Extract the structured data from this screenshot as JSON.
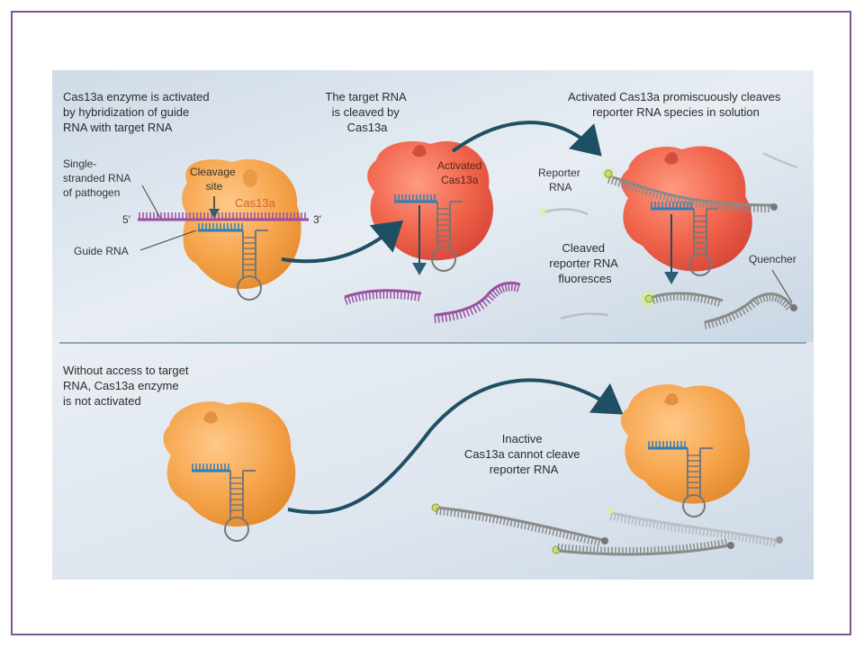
{
  "colors": {
    "frame": "#7a5a92",
    "background": "#dbe4ee",
    "inactive_enzyme": "#f4a24a",
    "active_enzyme": "#ee5a45",
    "guide_rna": "#2f7fb5",
    "target_rna": "#9a4fa0",
    "reporter_rna": "#8a8a8a",
    "arrow": "#1f4f63"
  },
  "top": {
    "step1_caption": [
      "Cas13a enzyme is activated",
      "by hybridization of guide",
      "RNA with target RNA"
    ],
    "step2_caption": [
      "The target RNA",
      "is cleaved by",
      "Cas13a"
    ],
    "step3_caption": [
      "Activated Cas13a promiscuously cleaves",
      "reporter RNA species in solution"
    ],
    "ssrna_label": [
      "Single-",
      "stranded RNA",
      "of pathogen"
    ],
    "cleavage_label": [
      "Cleavage",
      "site"
    ],
    "enzyme_label": "Cas13a",
    "five_prime": "5′",
    "three_prime": "3′",
    "guide_label": "Guide RNA",
    "activated_label": [
      "Activated",
      "Cas13a"
    ],
    "reporter_label": [
      "Reporter",
      "RNA"
    ],
    "cleaved_label": [
      "Cleaved",
      "reporter RNA",
      "fluoresces"
    ],
    "quencher_label": "Quencher"
  },
  "bottom": {
    "caption": [
      "Without access to target",
      "RNA, Cas13a enzyme",
      "is not activated"
    ],
    "inactive_label": [
      "Inactive",
      "Cas13a cannot cleave",
      "reporter RNA"
    ]
  }
}
